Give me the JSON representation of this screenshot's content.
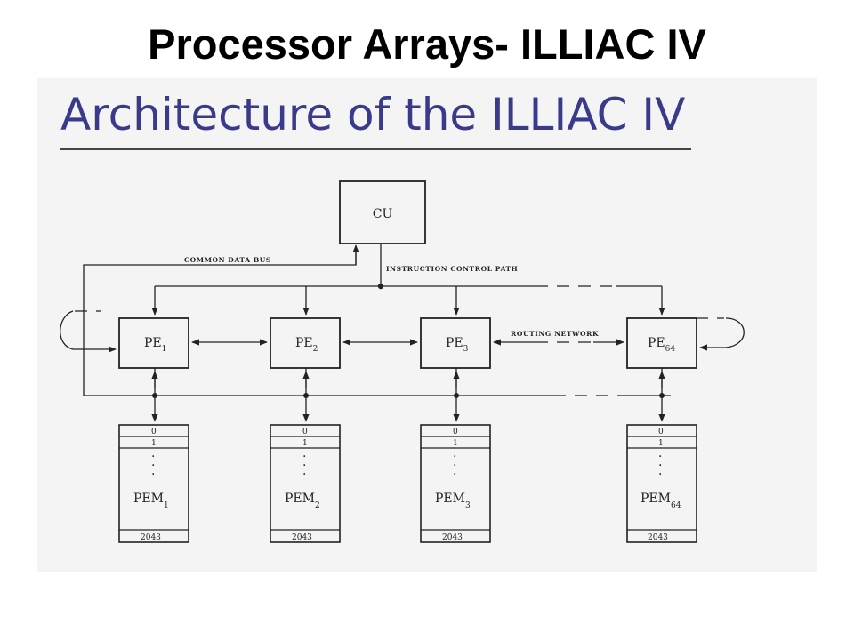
{
  "slide": {
    "title": "Processor Arrays- ILLIAC IV"
  },
  "figure": {
    "heading": "Architecture of the ILLIAC IV",
    "heading_color": "#3a3a8c",
    "control_unit": "CU",
    "bus_labels": {
      "common_data_bus": "COMMON DATA BUS",
      "instruction_control_path": "INSTRUCTION CONTROL PATH",
      "routing_network": "ROUTING NETWORK"
    },
    "processing_elements": [
      {
        "name": "PE",
        "sub": "1"
      },
      {
        "name": "PE",
        "sub": "2"
      },
      {
        "name": "PE",
        "sub": "3"
      },
      {
        "name": "PE",
        "sub": "64"
      }
    ],
    "memories": [
      {
        "name": "PEM",
        "sub": "1",
        "first": "0",
        "second": "1",
        "dots": "·",
        "last": "2043"
      },
      {
        "name": "PEM",
        "sub": "2",
        "first": "0",
        "second": "1",
        "dots": "·",
        "last": "2043"
      },
      {
        "name": "PEM",
        "sub": "3",
        "first": "0",
        "second": "1",
        "dots": "·",
        "last": "2043"
      },
      {
        "name": "PEM",
        "sub": "64",
        "first": "0",
        "second": "1",
        "dots": "·",
        "last": "2043"
      }
    ]
  }
}
